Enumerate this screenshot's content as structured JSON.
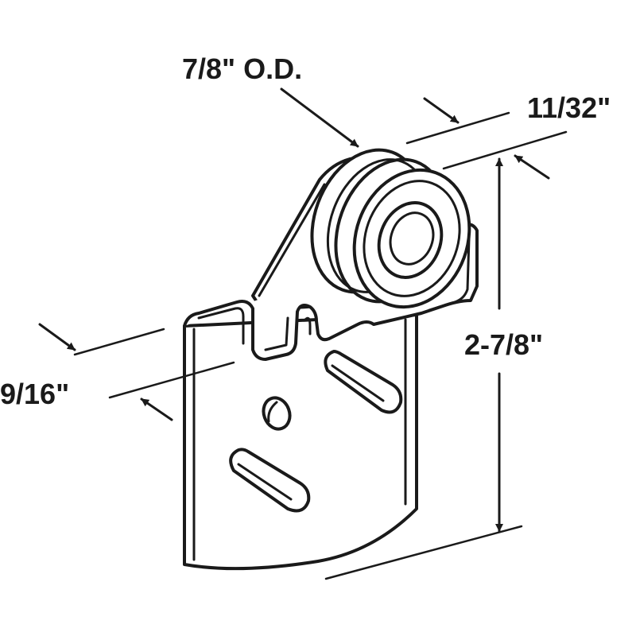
{
  "dimensions": {
    "roller_diameter": "7/8\" O.D.",
    "roller_width": "11/32\"",
    "overall_height": "2-7/8\"",
    "bracket_depth": "9/16\""
  },
  "colors": {
    "ink": "#1a1a1a",
    "background": "#ffffff"
  }
}
